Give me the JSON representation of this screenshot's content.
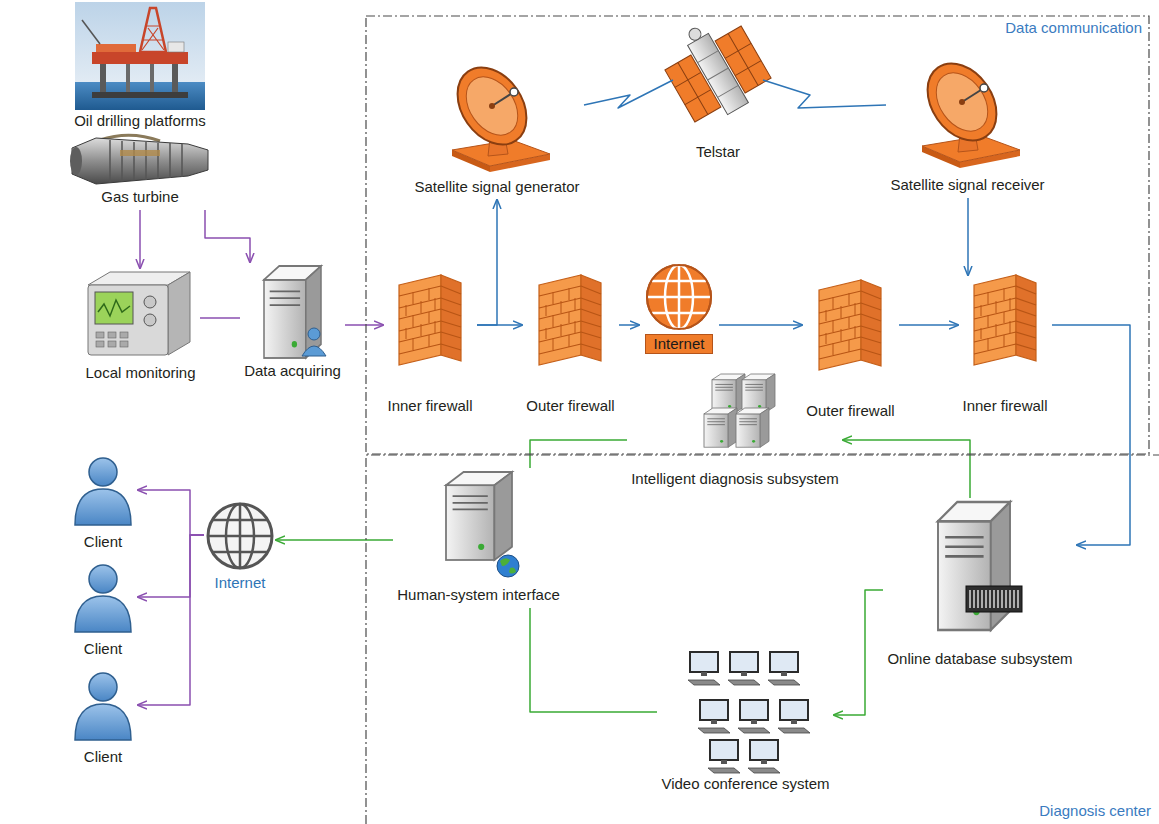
{
  "diagram": {
    "nodes": [
      {
        "text": [
          "Data communication"
        ]
      },
      {
        "text": [
          "Diagnosis center"
        ]
      },
      {
        "text": [
          "Oil drilling platforms"
        ]
      },
      {
        "text": [
          "Gas turbine"
        ]
      },
      {
        "text": [
          "Local monitoring"
        ]
      },
      {
        "text": [
          "Data acquiring"
        ]
      },
      {
        "text": [
          "Satellite signal generator"
        ],
        "in": 0
      },
      {
        "text": [
          "Telstar"
        ],
        "in": 0
      },
      {
        "text": [
          "Satellite signal receiver"
        ],
        "in": 0
      },
      {
        "text": [
          "Inner firewall"
        ],
        "in": 0
      },
      {
        "text": [
          "Outer firewall"
        ],
        "in": 0
      },
      {
        "text": [
          "Internet"
        ],
        "in": 0
      },
      {
        "text": [
          "Outer firewall"
        ],
        "in": 0
      },
      {
        "text": [
          "Inner firewall"
        ],
        "in": 0
      },
      {
        "text": [
          "Intelligent diagnosis subsystem"
        ],
        "in": 1
      },
      {
        "text": [
          "Human-system interface"
        ],
        "in": 1
      },
      {
        "text": [
          "Online database subsystem"
        ],
        "in": 1
      },
      {
        "text": [
          "Video conference system"
        ],
        "in": 1
      },
      {
        "text": [
          "Internet"
        ]
      },
      {
        "text": [
          "Client"
        ]
      },
      {
        "text": [
          "Client"
        ]
      },
      {
        "text": [
          "Client"
        ]
      }
    ],
    "edges": [
      {
        "from": 3,
        "to": 4,
        "arrow": "to"
      },
      {
        "from": 3,
        "to": 5,
        "arrow": "to"
      },
      {
        "from": 4,
        "to": 5,
        "arrow": "none"
      },
      {
        "from": 5,
        "to": 9,
        "arrow": "to"
      },
      {
        "from": 9,
        "to": 10,
        "arrow": "to"
      },
      {
        "from": 9,
        "to": 6,
        "arrow": "to"
      },
      {
        "from": 6,
        "to": 7,
        "arrow": "none"
      },
      {
        "from": 7,
        "to": 8,
        "arrow": "none"
      },
      {
        "from": 10,
        "to": 11,
        "arrow": "to"
      },
      {
        "from": 11,
        "to": 12,
        "arrow": "to"
      },
      {
        "from": 8,
        "to": 13,
        "arrow": "to"
      },
      {
        "from": 12,
        "to": 13,
        "arrow": "to"
      },
      {
        "from": 13,
        "to": 16,
        "arrow": "to"
      },
      {
        "from": 16,
        "to": 14,
        "arrow": "to"
      },
      {
        "from": 16,
        "to": 17,
        "arrow": "to"
      },
      {
        "from": 14,
        "to": 15,
        "arrow": "none"
      },
      {
        "from": 17,
        "to": 15,
        "arrow": "none"
      },
      {
        "from": 15,
        "to": 18,
        "arrow": "to"
      },
      {
        "from": 18,
        "to": 19,
        "arrow": "to"
      },
      {
        "from": 18,
        "to": 20,
        "arrow": "to"
      },
      {
        "from": 18,
        "to": 21,
        "arrow": "to"
      }
    ]
  }
}
